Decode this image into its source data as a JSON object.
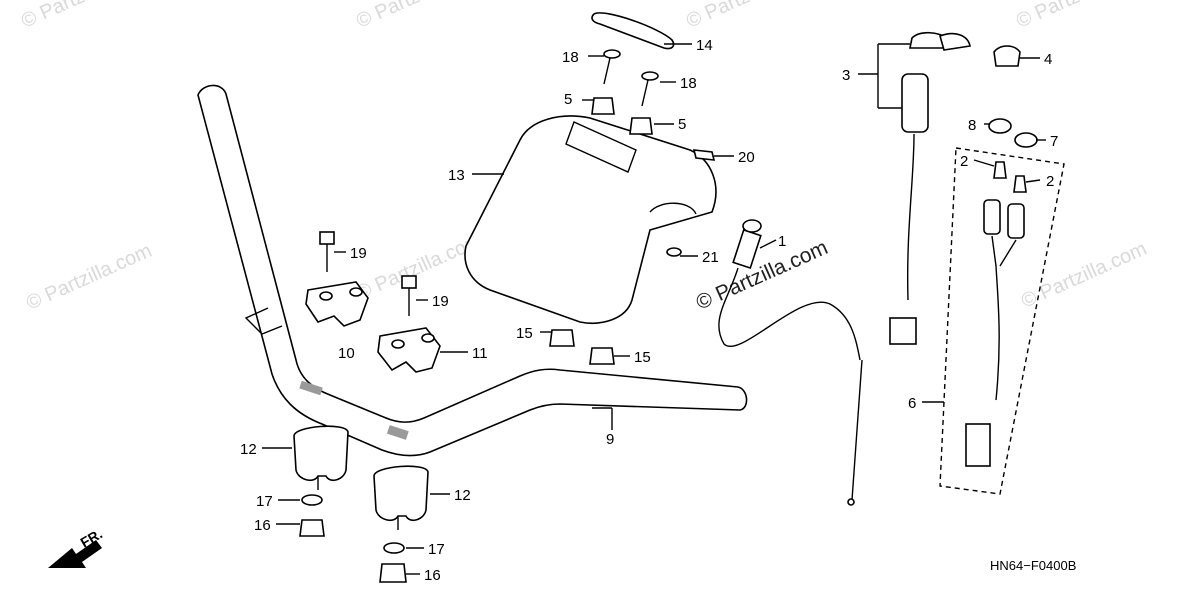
{
  "watermark": {
    "text": "© Partzilla.com"
  },
  "diagram_code": "HN64−F0400B",
  "front_indicator": {
    "label": "FR."
  },
  "callouts": {
    "c14": "14",
    "c18a": "18",
    "c18b": "18",
    "c5a": "5",
    "c5b": "5",
    "c20": "20",
    "c13": "13",
    "c21": "21",
    "c19a": "19",
    "c19b": "19",
    "c10": "10",
    "c11": "11",
    "c15a": "15",
    "c15b": "15",
    "c9": "9",
    "c12a": "12",
    "c12b": "12",
    "c17a": "17",
    "c17b": "17",
    "c16a": "16",
    "c16b": "16",
    "c1": "1",
    "c3": "3",
    "c4": "4",
    "c8": "8",
    "c7": "7",
    "c2a": "2",
    "c2b": "2",
    "c6": "6"
  }
}
